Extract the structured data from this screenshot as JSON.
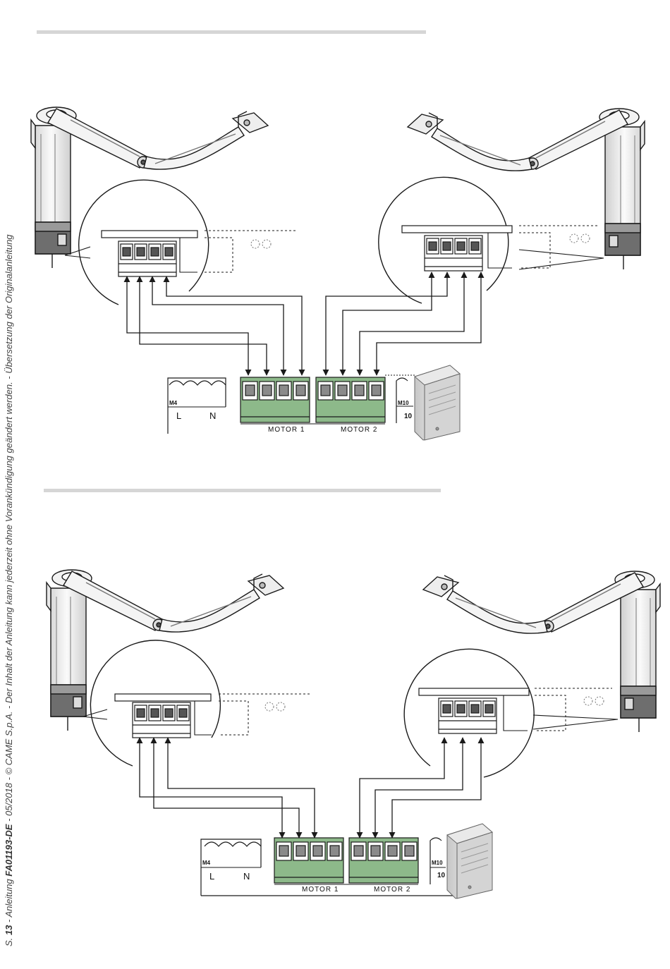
{
  "footer": {
    "page_prefix": "S.",
    "page_number": "13",
    "text_a": " - Anleitung ",
    "doc_code": "FA01193-DE",
    "text_b": " - 05/2018 - © CAME S.p.A. - Der Inhalt der Anleitung kann jederzeit ohne Vorankündigung geändert werden. - Übersetzung der Originalanleitung"
  },
  "diagram_top": {
    "power_block_code": "M4",
    "power_label_l": "L",
    "power_label_n": "N",
    "motor1_label": "MOTOR 1",
    "motor2_label": "MOTOR 2",
    "aux_block_code": "M10",
    "aux_terminal": "10"
  },
  "diagram_bottom": {
    "power_block_code": "M4",
    "power_label_l": "L",
    "power_label_n": "N",
    "motor1_label": "MOTOR 1",
    "motor2_label": "MOTOR 2",
    "aux_block_code": "M10",
    "aux_terminal": "10"
  },
  "colors": {
    "terminal_green": "#8db98a",
    "line": "#1a1a1a",
    "rule_gray": "#d6d6d6"
  }
}
